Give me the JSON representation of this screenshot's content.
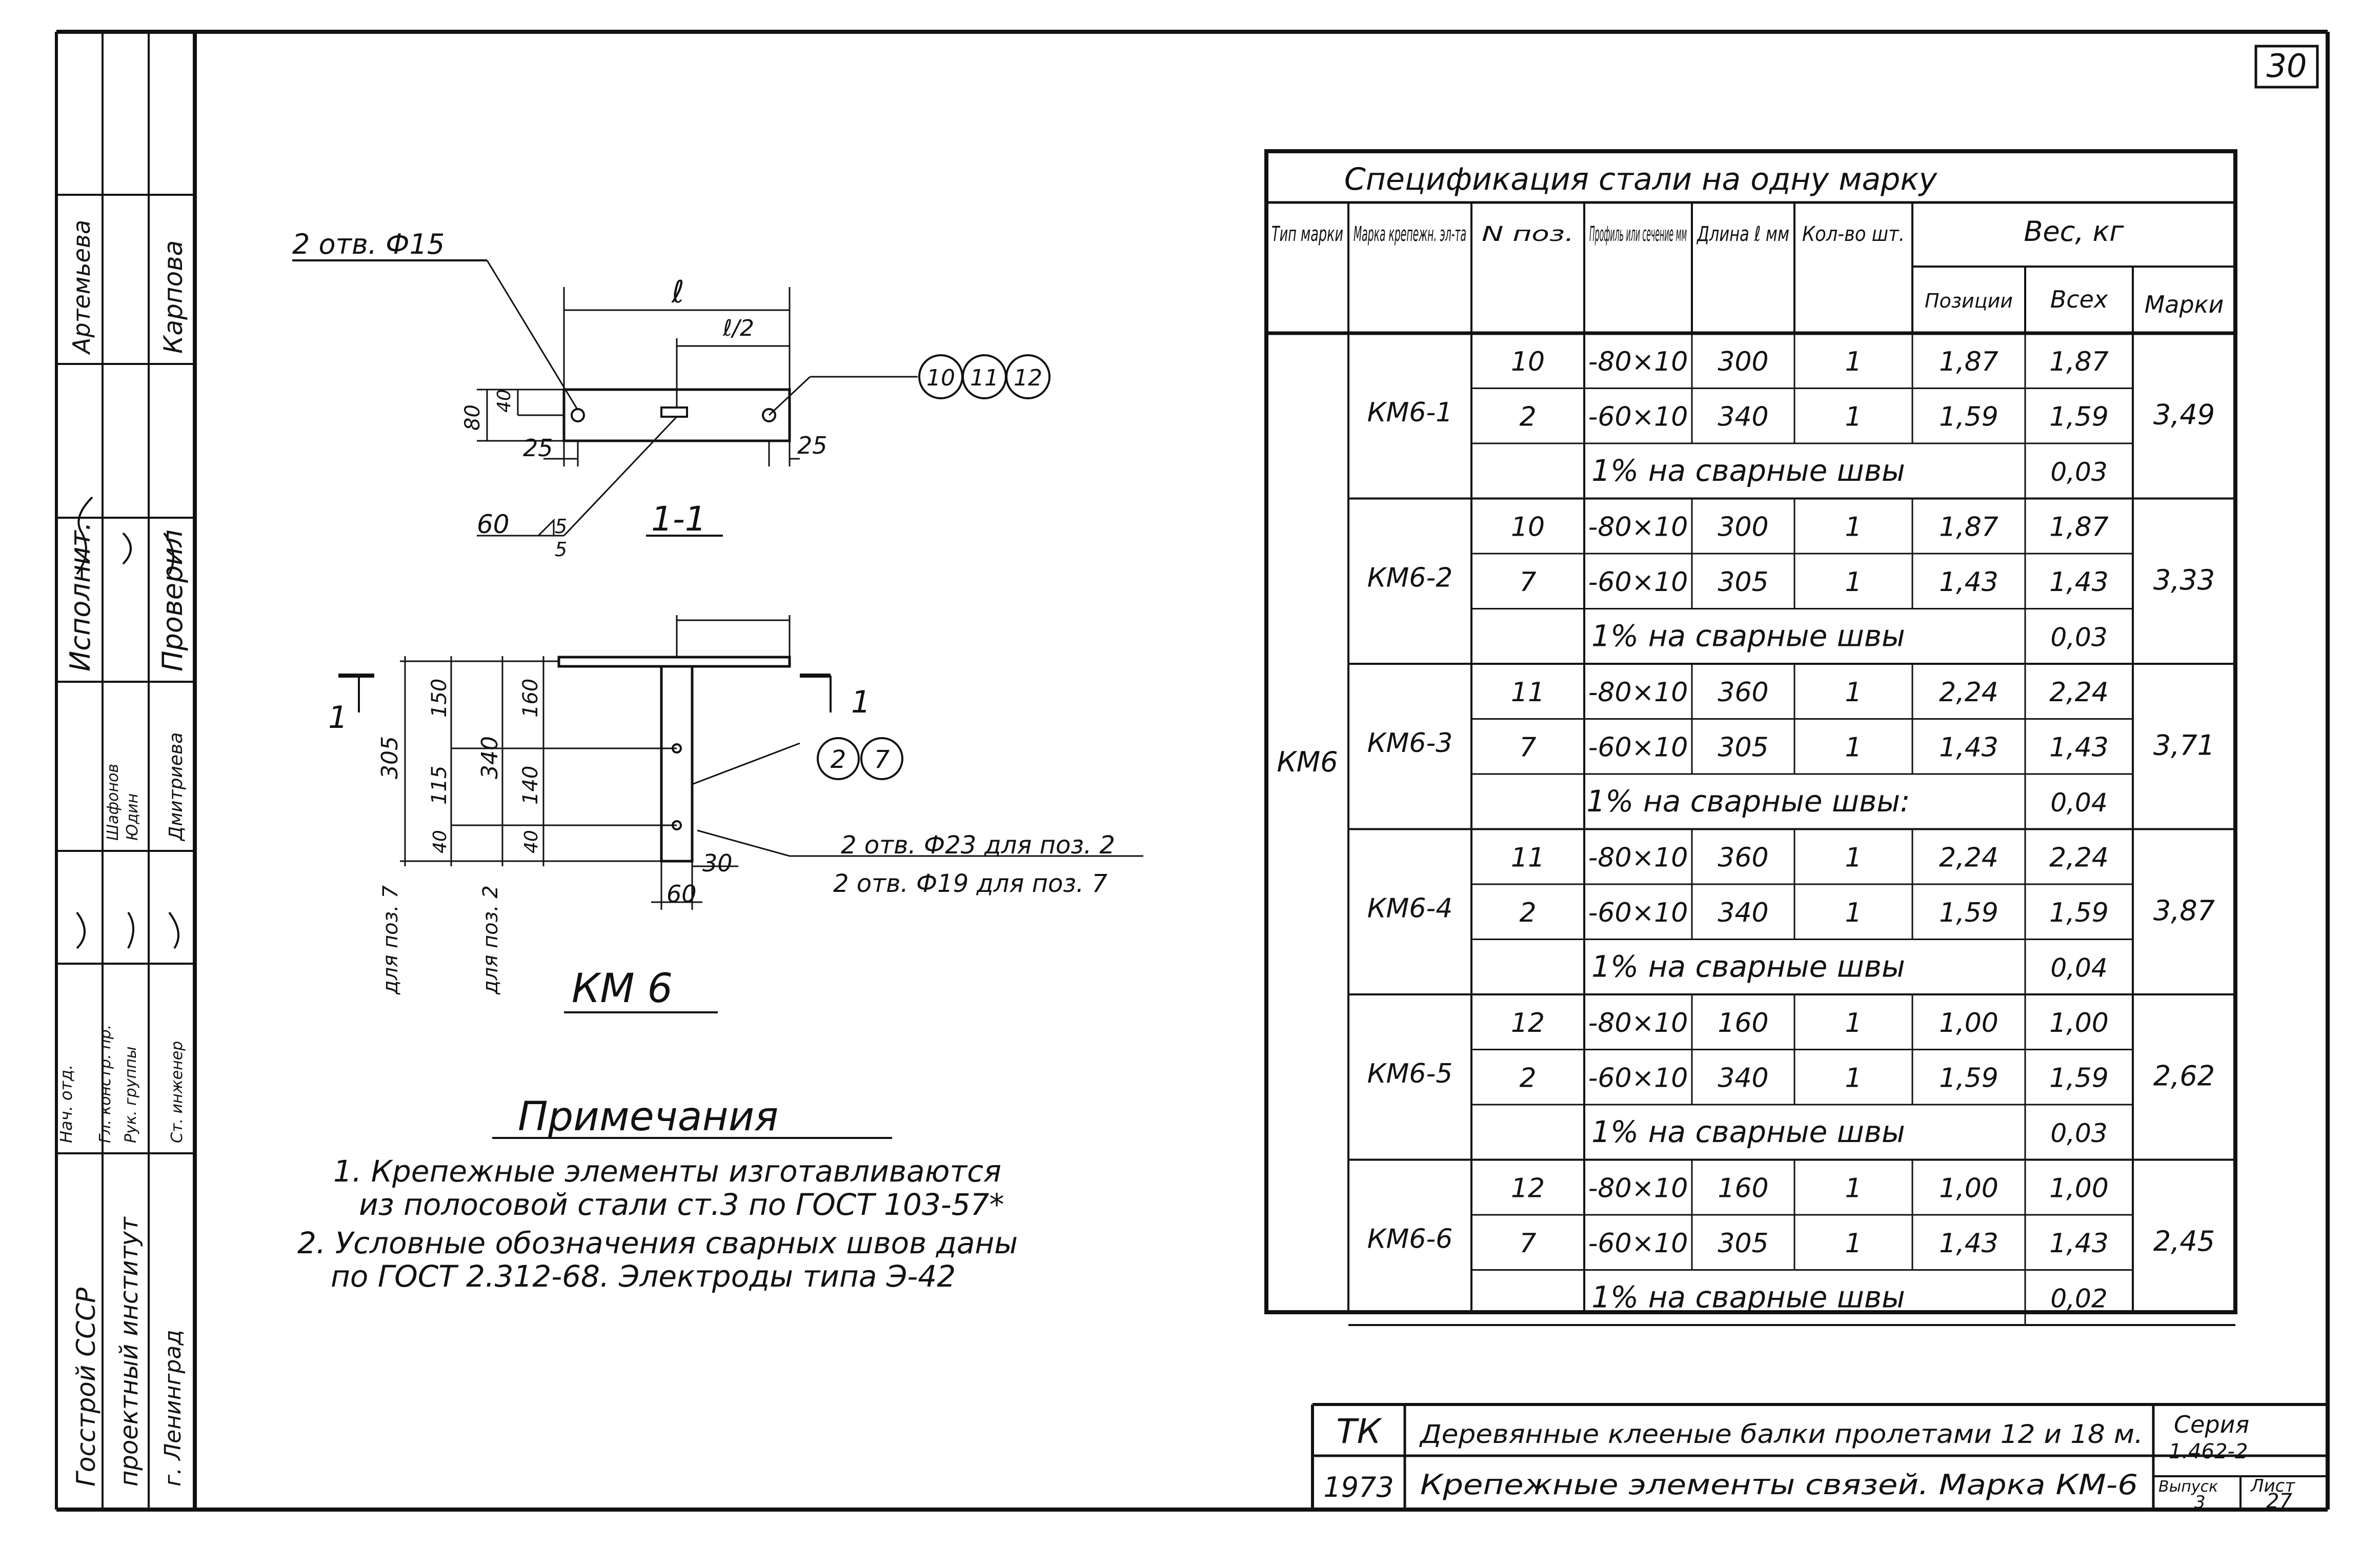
{
  "sheet_number": "30",
  "spec": {
    "title": "Спецификация стали на одну марку",
    "headers": {
      "type": "Тип марки",
      "mark": "Марка крепежн. эл-та",
      "pos": "N поз.",
      "profile": "Профиль или сечение мм",
      "length": "Длина ℓ мм",
      "qty": "Кол-во шт.",
      "weight": "Вес, кг",
      "w_pos": "Позиции",
      "w_all": "Всех",
      "w_mark": "Марки"
    },
    "type_mark": "КМ6",
    "groups": [
      {
        "mark": "КМ6-1",
        "mark_weight": "3,49",
        "weld_text": "1% на сварные швы",
        "weld_weight": "0,03",
        "rows": [
          {
            "pos": "10",
            "profile": "-80×10",
            "length": "300",
            "qty": "1",
            "w_pos": "1,87",
            "w_all": "1,87"
          },
          {
            "pos": "2",
            "profile": "-60×10",
            "length": "340",
            "qty": "1",
            "w_pos": "1,59",
            "w_all": "1,59"
          }
        ]
      },
      {
        "mark": "КМ6-2",
        "mark_weight": "3,33",
        "weld_text": "1% на сварные швы",
        "weld_weight": "0,03",
        "rows": [
          {
            "pos": "10",
            "profile": "-80×10",
            "length": "300",
            "qty": "1",
            "w_pos": "1,87",
            "w_all": "1,87"
          },
          {
            "pos": "7",
            "profile": "-60×10",
            "length": "305",
            "qty": "1",
            "w_pos": "1,43",
            "w_all": "1,43"
          }
        ]
      },
      {
        "mark": "КМ6-3",
        "mark_weight": "3,71",
        "weld_text": "1% на сварные швы:",
        "weld_weight": "0,04",
        "rows": [
          {
            "pos": "11",
            "profile": "-80×10",
            "length": "360",
            "qty": "1",
            "w_pos": "2,24",
            "w_all": "2,24"
          },
          {
            "pos": "7",
            "profile": "-60×10",
            "length": "305",
            "qty": "1",
            "w_pos": "1,43",
            "w_all": "1,43"
          }
        ]
      },
      {
        "mark": "КМ6-4",
        "mark_weight": "3,87",
        "weld_text": "1% на сварные швы",
        "weld_weight": "0,04",
        "rows": [
          {
            "pos": "11",
            "profile": "-80×10",
            "length": "360",
            "qty": "1",
            "w_pos": "2,24",
            "w_all": "2,24"
          },
          {
            "pos": "2",
            "profile": "-60×10",
            "length": "340",
            "qty": "1",
            "w_pos": "1,59",
            "w_all": "1,59"
          }
        ]
      },
      {
        "mark": "КМ6-5",
        "mark_weight": "2,62",
        "weld_text": "1% на сварные швы",
        "weld_weight": "0,03",
        "rows": [
          {
            "pos": "12",
            "profile": "-80×10",
            "length": "160",
            "qty": "1",
            "w_pos": "1,00",
            "w_all": "1,00"
          },
          {
            "pos": "2",
            "profile": "-60×10",
            "length": "340",
            "qty": "1",
            "w_pos": "1,59",
            "w_all": "1,59"
          }
        ]
      },
      {
        "mark": "КМ6-6",
        "mark_weight": "2,45",
        "weld_text": "1% на сварные швы",
        "weld_weight": "0,02",
        "rows": [
          {
            "pos": "12",
            "profile": "-80×10",
            "length": "160",
            "qty": "1",
            "w_pos": "1,00",
            "w_all": "1,00"
          },
          {
            "pos": "7",
            "profile": "-60×10",
            "length": "305",
            "qty": "1",
            "w_pos": "1,43",
            "w_all": "1,43"
          }
        ]
      }
    ]
  },
  "drawing": {
    "holes_top": "2 отв. Ф15",
    "dim_l": "ℓ",
    "dim_l_half": "ℓ/2",
    "dim_80": "80",
    "dim_40": "40",
    "dim_25_left": "25",
    "dim_25_right": "25",
    "weld_60": "60",
    "weld_5a": "5",
    "weld_5b": "5",
    "section_1_1": "1-1",
    "callout_top": [
      "10",
      "11",
      "12"
    ],
    "callout_bottom": [
      "2",
      "7"
    ],
    "section_mark": "1",
    "dim_305": "305",
    "dim_150": "150",
    "dim_115": "115",
    "dim_40a": "40",
    "dim_340": "340",
    "dim_160": "160",
    "dim_140": "140",
    "dim_40b": "40",
    "label_pos7": "для поз. 7",
    "label_pos2": "для поз. 2",
    "dim_30": "30",
    "dim_60": "60",
    "holes_bottom_1": "2 отв. Ф23 для поз. 2",
    "holes_bottom_2": "2 отв. Ф19 для поз. 7",
    "mark_title": "КМ 6"
  },
  "notes": {
    "title": "Примечания",
    "items": [
      "1. Крепежные элементы изготавливаются",
      "из полосовой стали ст.3 по ГОСТ 103-57*",
      "2. Условные обозначения сварных швов даны",
      "по ГОСТ 2.312-68. Электроды типа Э-42"
    ]
  },
  "left_stamp": {
    "org_1": "Госстрой СССР",
    "org_2": "проектный институт",
    "org_3": "г. Ленинград",
    "roles": [
      "Нач. отд.",
      "Гл. констр. пр.",
      "Рук. группы",
      "Ст. инженер"
    ],
    "role_col_executor": "Исполнит.",
    "role_col_checked": "Проверил",
    "names_executor": [
      "Артемьева",
      "Шафонов",
      "Юдин",
      "Дмитриева"
    ],
    "names_checked": [
      "Карпова"
    ]
  },
  "title_block": {
    "org_code": "ТК",
    "year": "1973",
    "line1": "Деревянные клееные балки пролетами 12 и 18 м.",
    "line2": "Крепежные элементы связей. Марка КМ-6",
    "series_label": "Серия",
    "series_value": "1.462-2",
    "issue_label": "Выпуск",
    "issue_value": "3",
    "sheet_label": "Лист",
    "sheet_value": "27"
  }
}
